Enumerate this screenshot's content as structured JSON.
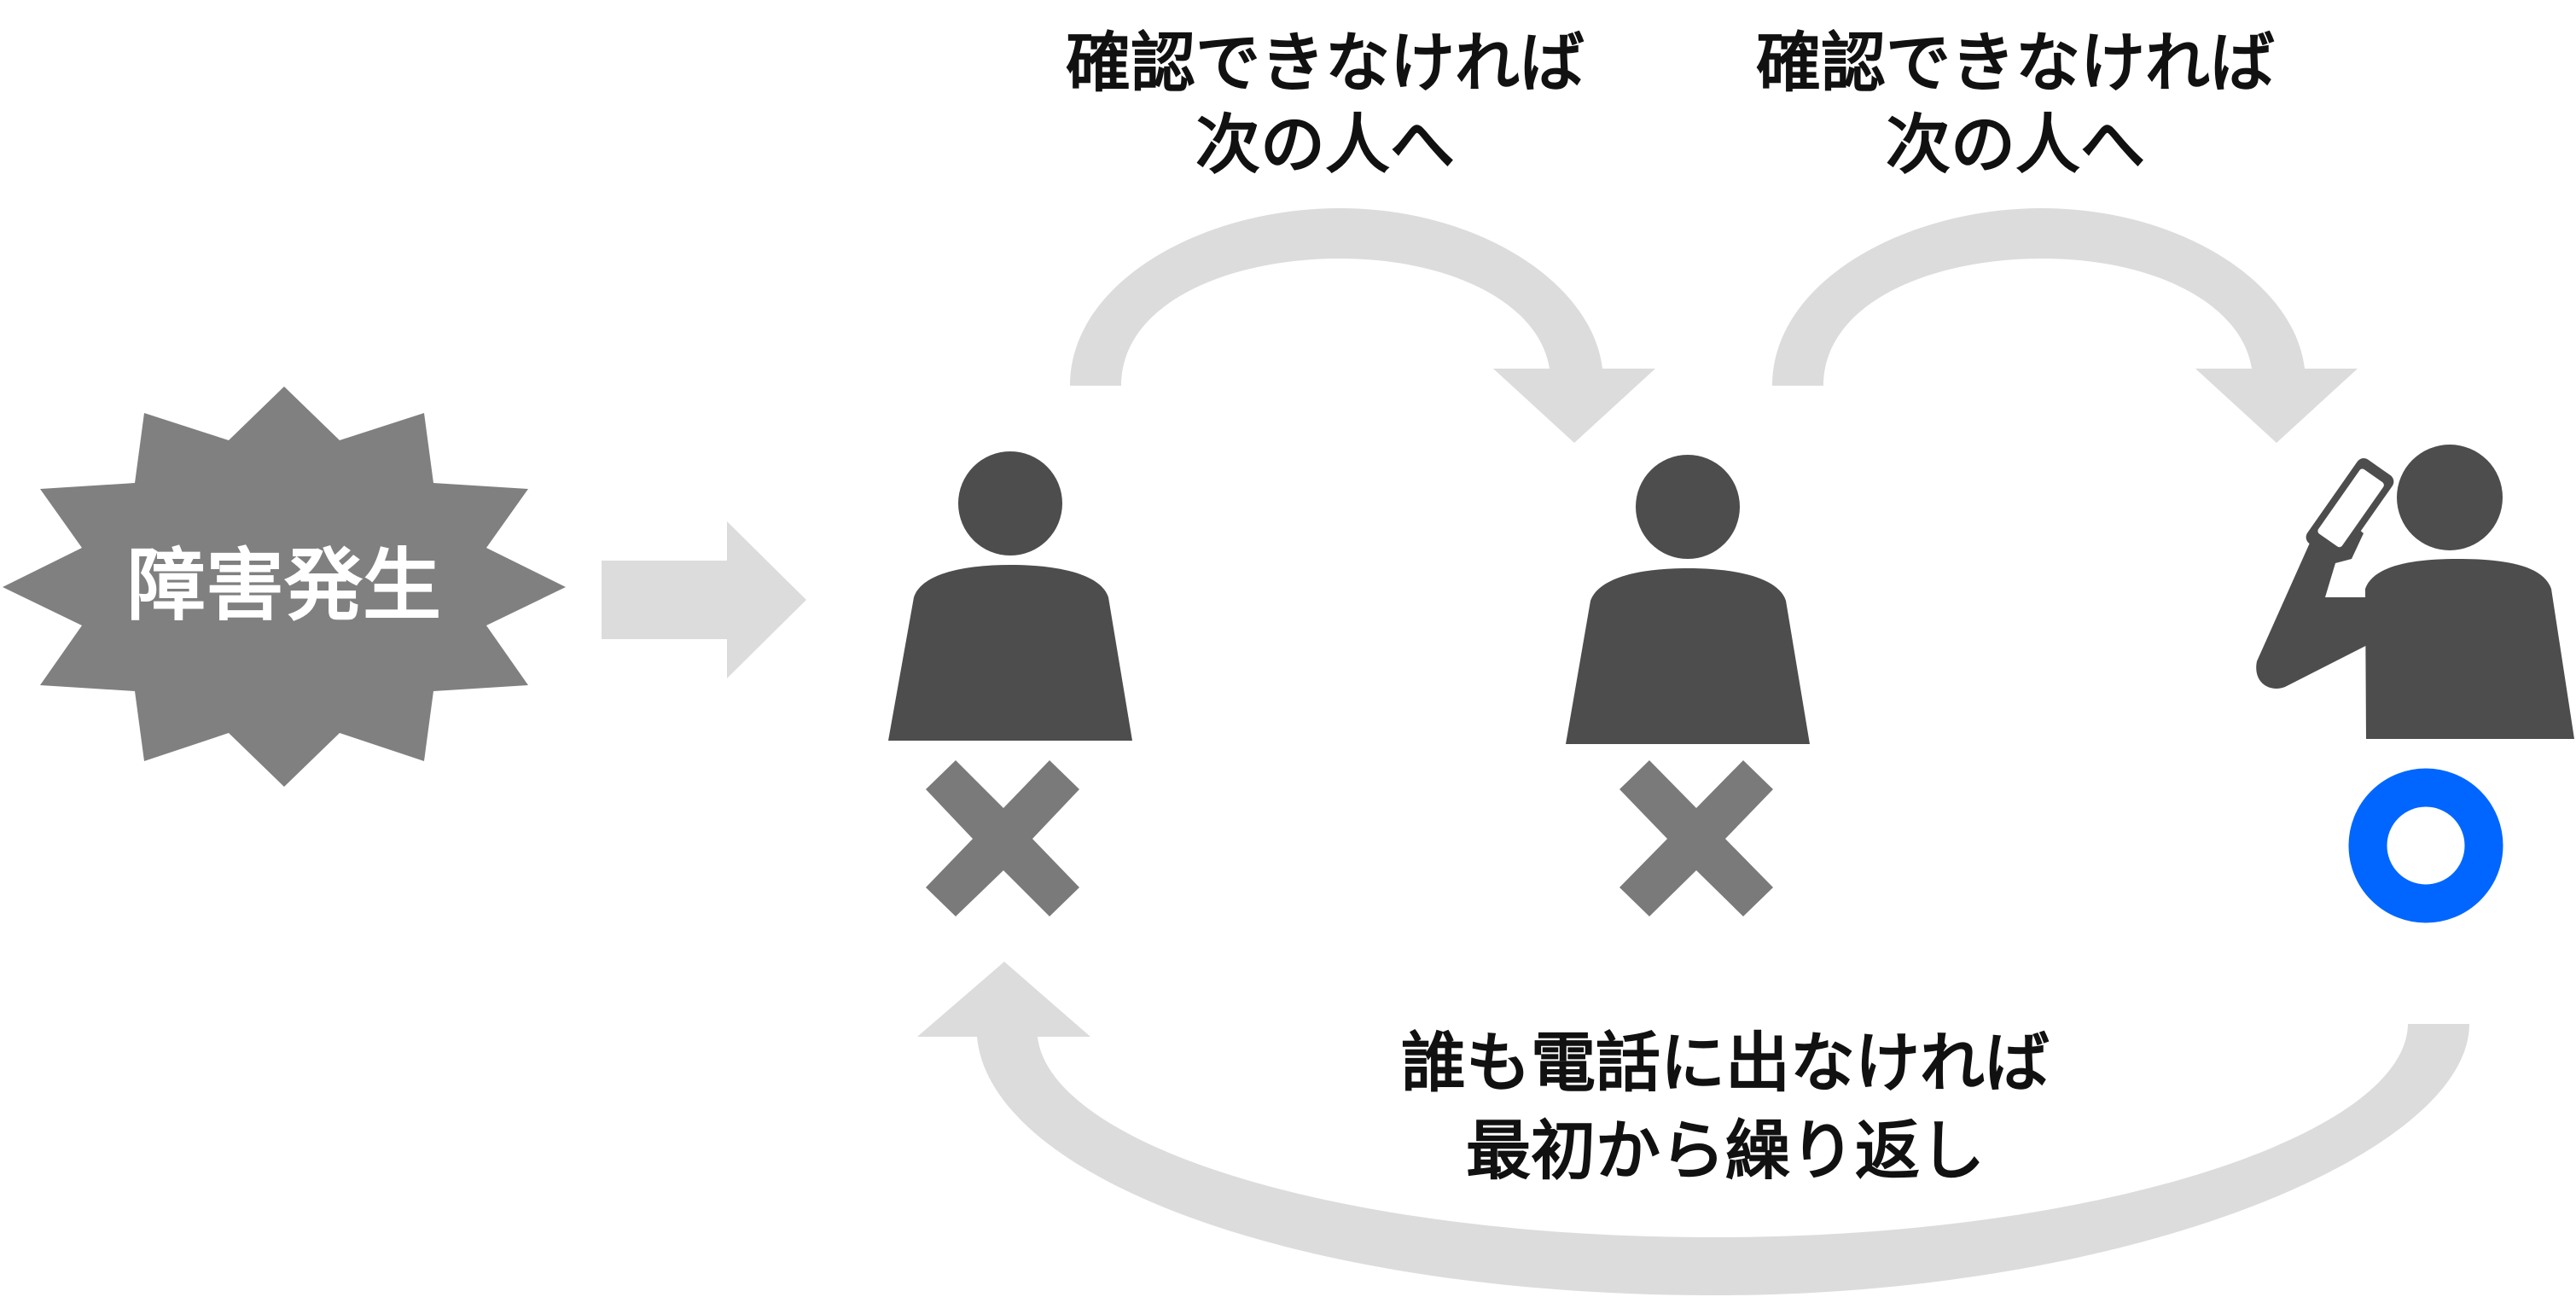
{
  "incident": {
    "label": "障害発生"
  },
  "labels": {
    "next_1": [
      "確認できなければ",
      "次の人へ"
    ],
    "next_2": [
      "確認できなければ",
      "次の人へ"
    ],
    "repeat": [
      "誰も電話に出なければ",
      "最初から繰り返し"
    ]
  },
  "people": [
    {
      "status": "fail",
      "status_symbol": "×"
    },
    {
      "status": "fail",
      "status_symbol": "×"
    },
    {
      "status": "success",
      "status_symbol": "○"
    }
  ],
  "colors": {
    "person": "#4d4d4d",
    "burst": "#808080",
    "arrow": "#dcdcdc",
    "cross": "#7a7a7a",
    "circle": "#0066ff",
    "text": "#111111"
  }
}
